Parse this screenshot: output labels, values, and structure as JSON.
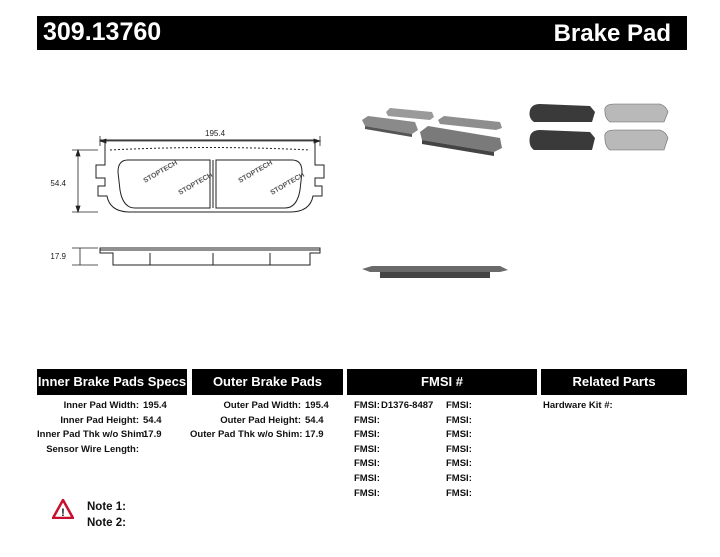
{
  "header": {
    "part_number": "309.13760",
    "title": "Brake Pad"
  },
  "drawing": {
    "width_dim": "195.4",
    "height_dim": "54.4",
    "thickness_dim": "17.9",
    "brand_stamp": "STOPTECH"
  },
  "sections": {
    "inner_title": "Inner Brake Pads Specs",
    "outer_title": "Outer Brake Pads Specs",
    "fmsi_title": "FMSI #",
    "related_title": "Related Parts"
  },
  "inner_specs": [
    {
      "label": "Inner Pad Width:",
      "value": "195.4"
    },
    {
      "label": "Inner Pad Height:",
      "value": "54.4"
    },
    {
      "label": "Inner Pad Thk w/o Shim:",
      "value": "17.9"
    },
    {
      "label": "Sensor Wire Length:",
      "value": ""
    }
  ],
  "outer_specs": [
    {
      "label": "Outer Pad Width:",
      "value": "195.4"
    },
    {
      "label": "Outer Pad Height:",
      "value": "54.4"
    },
    {
      "label": "Outer Pad Thk w/o Shim:",
      "value": "17.9"
    }
  ],
  "fmsi": [
    {
      "label1": "FMSI:",
      "value1": "D1376-8487",
      "label2": "FMSI:"
    },
    {
      "label1": "FMSI:",
      "value1": "",
      "label2": "FMSI:"
    },
    {
      "label1": "FMSI:",
      "value1": "",
      "label2": "FMSI:"
    },
    {
      "label1": "FMSI:",
      "value1": "",
      "label2": "FMSI:"
    },
    {
      "label1": "FMSI:",
      "value1": "",
      "label2": "FMSI:"
    },
    {
      "label1": "FMSI:",
      "value1": "",
      "label2": "FMSI:"
    },
    {
      "label1": "FMSI:",
      "value1": "",
      "label2": "FMSI:"
    }
  ],
  "related": {
    "hardware_label": "Hardware Kit #:"
  },
  "notes": {
    "note1": "Note 1:",
    "note2": "Note 2:"
  },
  "icons": {
    "warning": "warning-triangle-icon"
  },
  "colors": {
    "header_bg": "#000000",
    "header_text": "#ffffff",
    "warning_red": "#c8102e"
  }
}
